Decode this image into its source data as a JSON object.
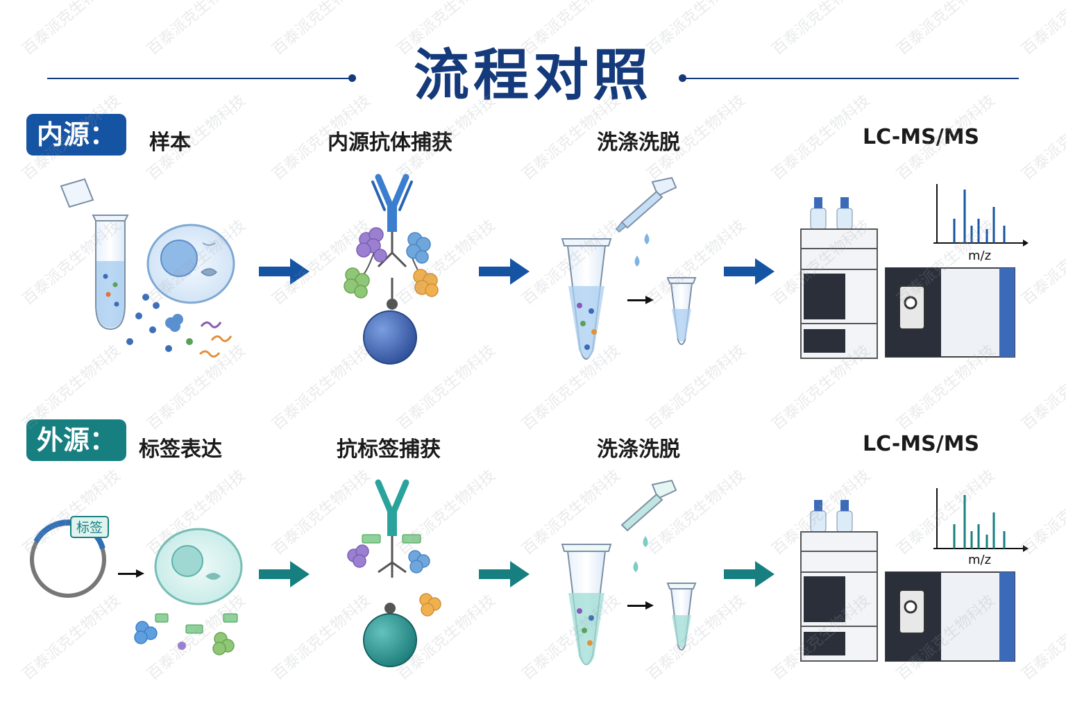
{
  "title": "流程对照",
  "rows": {
    "endogenous": {
      "badge": "内源：",
      "color": "#1553a3",
      "steps": [
        "样本",
        "内源抗体捕获",
        "洗涤洗脱",
        "LC-MS/MS"
      ],
      "axis_label": "m/z"
    },
    "exogenous": {
      "badge": "外源：",
      "color": "#177f80",
      "steps": [
        "标签表达",
        "抗标签捕获",
        "洗涤洗脱",
        "LC-MS/MS"
      ],
      "tag_label": "标签",
      "axis_label": "m/z"
    }
  },
  "watermark": "百泰派克生物科技"
}
